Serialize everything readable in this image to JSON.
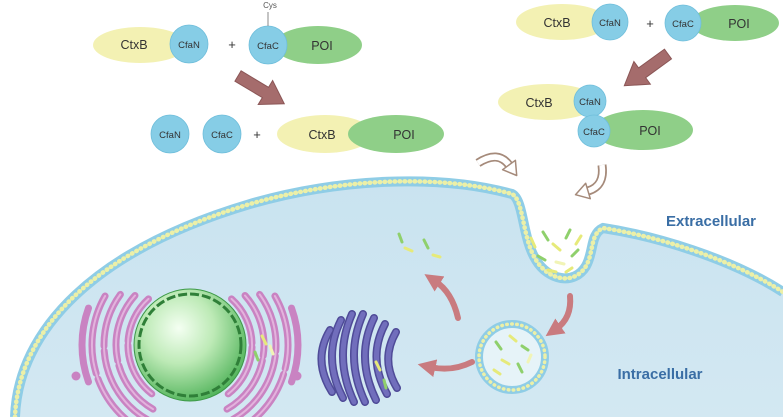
{
  "precursor_left": {
    "cys": "Cys",
    "ctxb": "CtxB",
    "cfan": "CfaN",
    "plus": "+",
    "cfac": "CfaC",
    "poi": "POI"
  },
  "cleavage_products": {
    "cfan": "CfaN",
    "cfac": "CfaC",
    "plus": "+",
    "ctxb": "CtxB",
    "poi": "POI"
  },
  "precursor_right": {
    "ctxb": "CtxB",
    "cfan": "CfaN",
    "plus": "+",
    "cfac": "CfaC",
    "poi": "POI"
  },
  "complex": {
    "ctxb": "CtxB",
    "cfan": "CfaN",
    "cfac": "CfaC",
    "poi": "POI"
  },
  "regions": {
    "extracellular": "Extracellular",
    "intracellular": "Intracellular"
  },
  "colors": {
    "ctxb": "#f3f1b3",
    "cfa": "#86cde6",
    "poi": "#8fcf88",
    "region_label": "#3a6ea5",
    "transition_arrow": "#a56c6c",
    "trafficking_arrow": "#c97b7f",
    "cell": "#d3e8f2",
    "membrane": "#8fcde6",
    "nucleus": "#4bb055",
    "er": "#c983c2",
    "golgi": "#716ebc"
  }
}
